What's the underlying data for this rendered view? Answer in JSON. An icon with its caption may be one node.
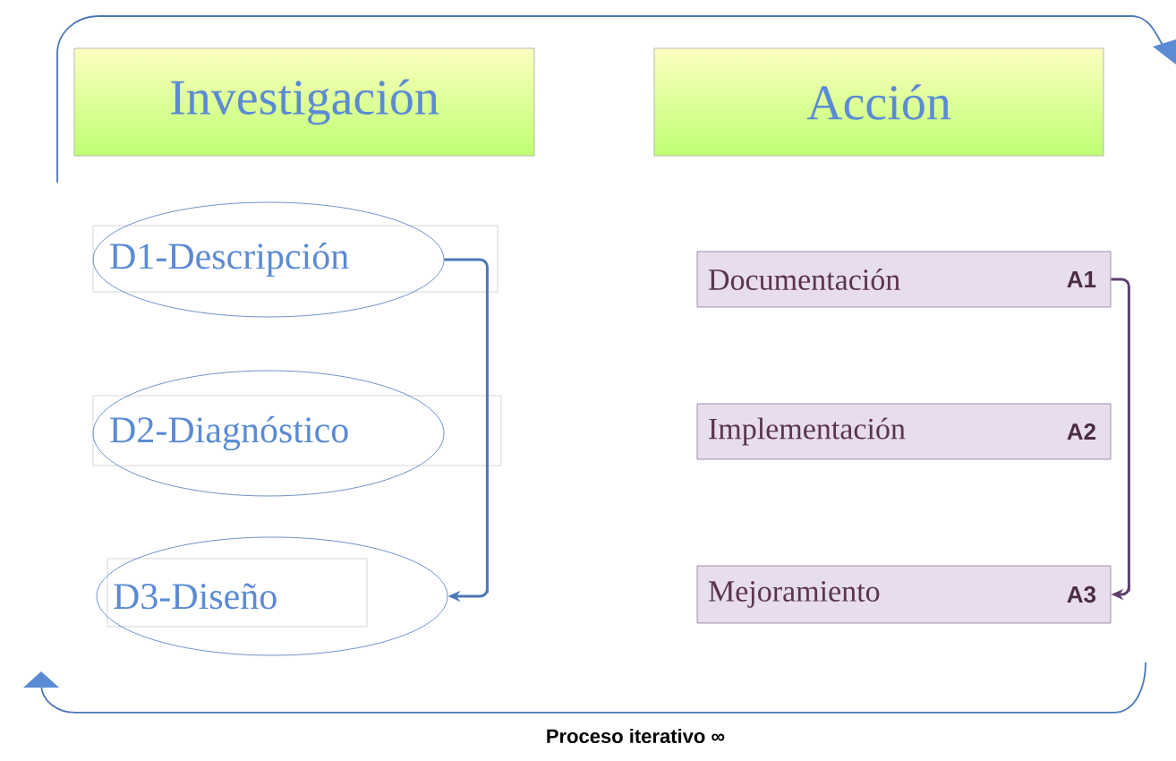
{
  "diagram": {
    "caption": "Proceso iterativo ∞",
    "nodes": [
      {
        "text": [
          "Investigación"
        ]
      },
      {
        "text": [
          "Acción"
        ]
      },
      {
        "text": [
          "D1-Descripción"
        ]
      },
      {
        "text": [
          "D2-Diagnóstico"
        ]
      },
      {
        "text": [
          "D3-Diseño"
        ]
      },
      {
        "text": [
          "Documentación",
          "A1"
        ]
      },
      {
        "text": [
          "Implementación",
          "A2"
        ]
      },
      {
        "text": [
          "Mejoramiento",
          "A3"
        ]
      }
    ],
    "edges": [
      {
        "from": 2,
        "to": 4,
        "arrow": "to"
      },
      {
        "from": 5,
        "to": 7,
        "arrow": "to",
        "color": "#5e3f6e"
      }
    ]
  }
}
